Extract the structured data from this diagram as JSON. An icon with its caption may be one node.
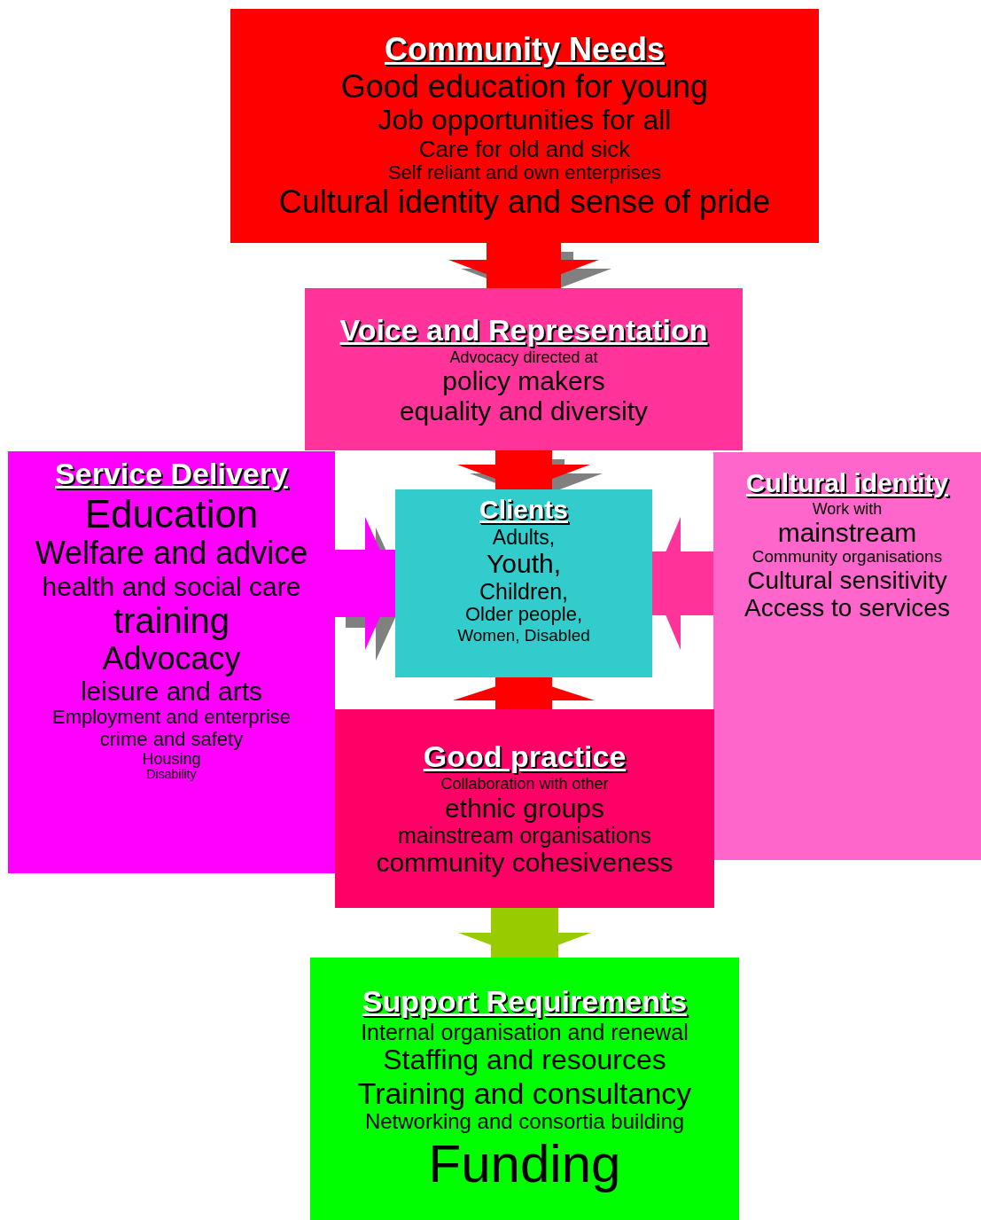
{
  "diagram": {
    "nodes": [
      {
        "text": [
          "Community Needs",
          "Good education for young",
          "Job opportunities for all",
          "Care for old and sick",
          "Self reliant and own enterprises",
          "Cultural identity and sense of pride"
        ]
      },
      {
        "text": [
          "Voice and Representation",
          "Advocacy directed at",
          "policy makers",
          "equality and diversity"
        ]
      },
      {
        "text": [
          "Service Delivery",
          "Education",
          "Welfare and advice",
          "health and social care",
          "training",
          "Advocacy",
          "leisure and arts",
          "Employment and enterprise",
          "crime and safety",
          "Housing",
          "Disability"
        ]
      },
      {
        "text": [
          "Clients",
          "Adults,",
          "Youth,",
          "Children,",
          "Older people,",
          "Women, Disabled"
        ]
      },
      {
        "text": [
          "Cultural identity",
          "Work with",
          "mainstream",
          "Community organisations",
          "Cultural sensitivity",
          "Access to services"
        ]
      },
      {
        "text": [
          "Good practice",
          "Collaboration with other",
          "ethnic groups",
          "mainstream organisations",
          "community cohesiveness"
        ]
      },
      {
        "text": [
          "Support Requirements",
          "Internal organisation and renewal",
          "Staffing and resources",
          "Training and consultancy",
          "Networking and consortia building",
          "Funding"
        ]
      }
    ],
    "edges": [
      {
        "from": 0,
        "to": 1,
        "arrow": "to"
      },
      {
        "from": 1,
        "to": 3,
        "arrow": "to"
      },
      {
        "from": 2,
        "to": 3,
        "arrow": "to",
        "color": "#ff00ff"
      },
      {
        "from": 4,
        "to": 3,
        "arrow": "to",
        "color": "#ff3399"
      },
      {
        "from": 5,
        "to": 3,
        "arrow": "to"
      },
      {
        "from": 5,
        "to": 6,
        "arrow": "to",
        "color": "#99cc00"
      }
    ]
  }
}
